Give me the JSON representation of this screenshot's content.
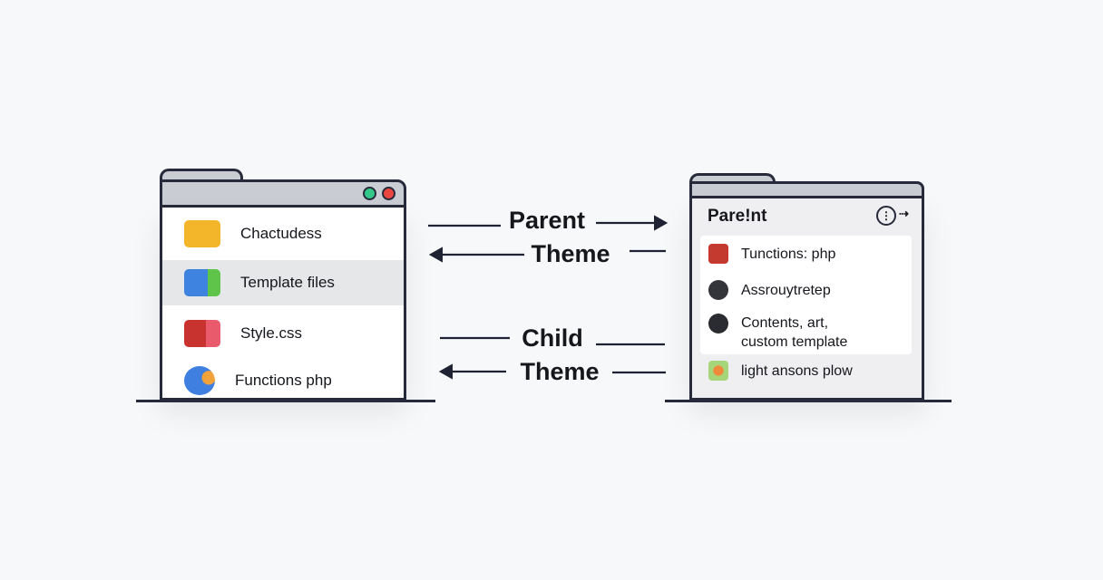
{
  "left_window": {
    "items": [
      {
        "label": "Chactudess",
        "icon": "folder-icon"
      },
      {
        "label": "Template files",
        "icon": "template-icon",
        "highlighted": true
      },
      {
        "label": "Style.css",
        "icon": "stylesheet-icon"
      },
      {
        "label": "Functions php",
        "icon": "functions-icon"
      }
    ],
    "controls_colors": [
      "#34c78a",
      "#e8463f"
    ]
  },
  "right_window": {
    "title": "Pare!nt",
    "items": [
      {
        "label": "Tunctions: php",
        "icon": "functions-icon"
      },
      {
        "label": "Assrouytretep",
        "icon": "blob-icon"
      },
      {
        "label": "Contents, art, custom template",
        "icon": "blob-icon"
      },
      {
        "label": "light ansons plow",
        "icon": "light-icon"
      }
    ]
  },
  "labels": {
    "parent": "Parent",
    "theme1": "Theme",
    "child": "Child",
    "theme2": "Theme"
  }
}
